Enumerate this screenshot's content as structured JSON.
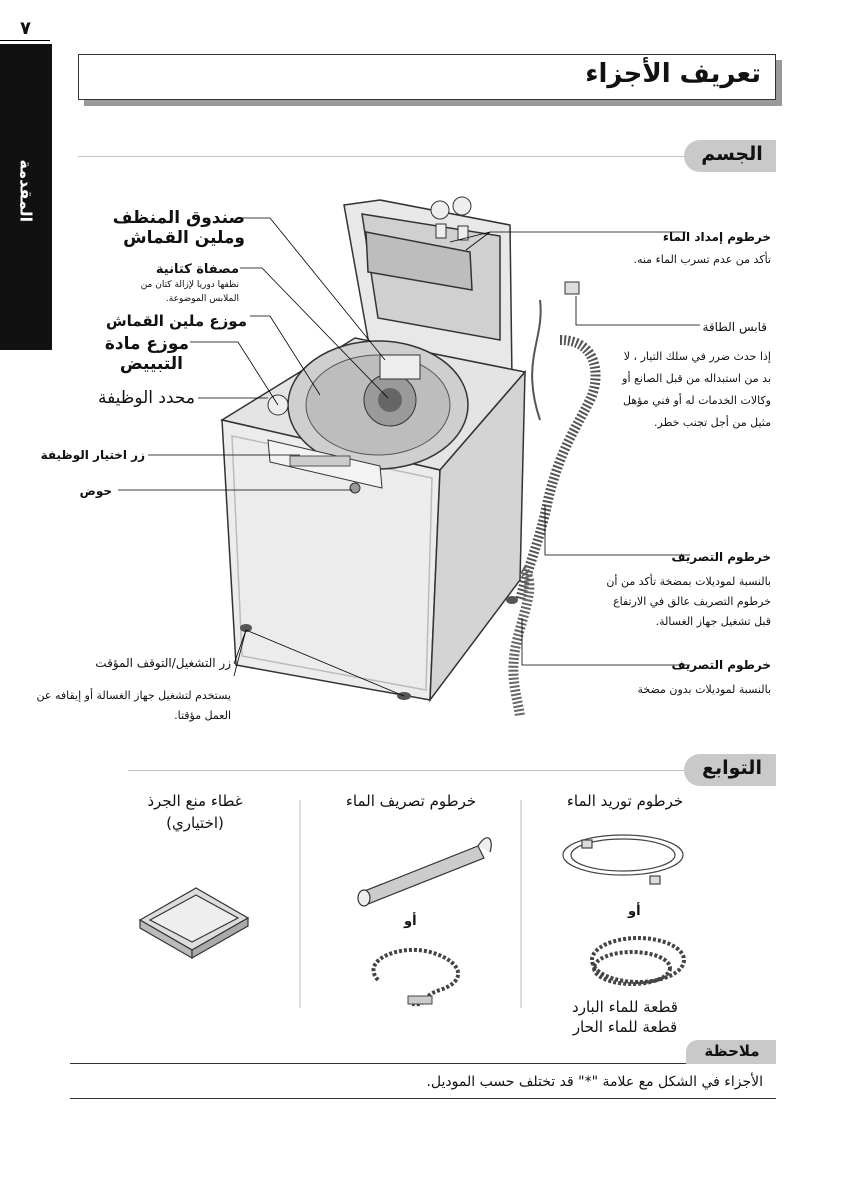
{
  "page_number": "٧",
  "side_tab": "المقدمة",
  "title": "تعريف الأجزاء",
  "body_section": {
    "heading": "الجسم",
    "left_labels": {
      "detergent_box": "صندوق المنظف",
      "softener_line": "وملين القماش",
      "lint_filter": "مصفاة كتانية",
      "lint_filter_desc": "نظفها دوريا لإزالة كتان من الملابس الموضوعة.",
      "softener_dispenser": "موزع ملين القماش",
      "bleach_dispenser": "موزع مادة",
      "bleach_line2": "التبييض",
      "function_selector": "محدد الوظيفة",
      "function_button": "زر اختيار الوظيفة",
      "tub": "حوض",
      "start_pause": "زر التشغيل/التوقف المؤقت",
      "start_pause_desc": "يستخدم لتشغيل جهاز الغسالة أو إيقافه عن العمل مؤقتا."
    },
    "right_labels": {
      "water_supply_hose": "خرطوم إمداد الماء",
      "water_supply_desc": "تأكد من عدم تسرب الماء منه.",
      "power_plug": "قابس الطاقة",
      "power_plug_desc": "إذا حدث ضرر في سلك التيار ، لا بد من استبداله من قبل الصانع أو وكالات الخدمات له أو فني مؤهل مثيل من أجل تجنب خطر.",
      "drain_hose_pump": "خرطوم التصريف",
      "drain_hose_pump_desc": "بالنسبة لموديلات بمضخة تأكد من أن خرطوم التصريف عالق في الارتفاع قبل تشغيل جهاز الغسالة.",
      "drain_hose_nopump": "خرطوم التصريف",
      "drain_hose_nopump_desc": "بالنسبة لموديلات بدون مضخة"
    }
  },
  "accessories": {
    "heading": "التوابع",
    "items": [
      {
        "title": "خرطوم توريد الماء",
        "or": "أو",
        "caption1": "قطعة للماء البارد",
        "caption2": "قطعة للماء الحار"
      },
      {
        "title": "خرطوم تصريف الماء",
        "or": "أو"
      },
      {
        "title": "غطاء منع الجرذ",
        "subtitle": "(اختياري)"
      }
    ]
  },
  "note": {
    "heading": "ملاحظة",
    "text": "الأجزاء في الشكل مع علامة \"*\" قد تختلف حسب الموديل."
  }
}
